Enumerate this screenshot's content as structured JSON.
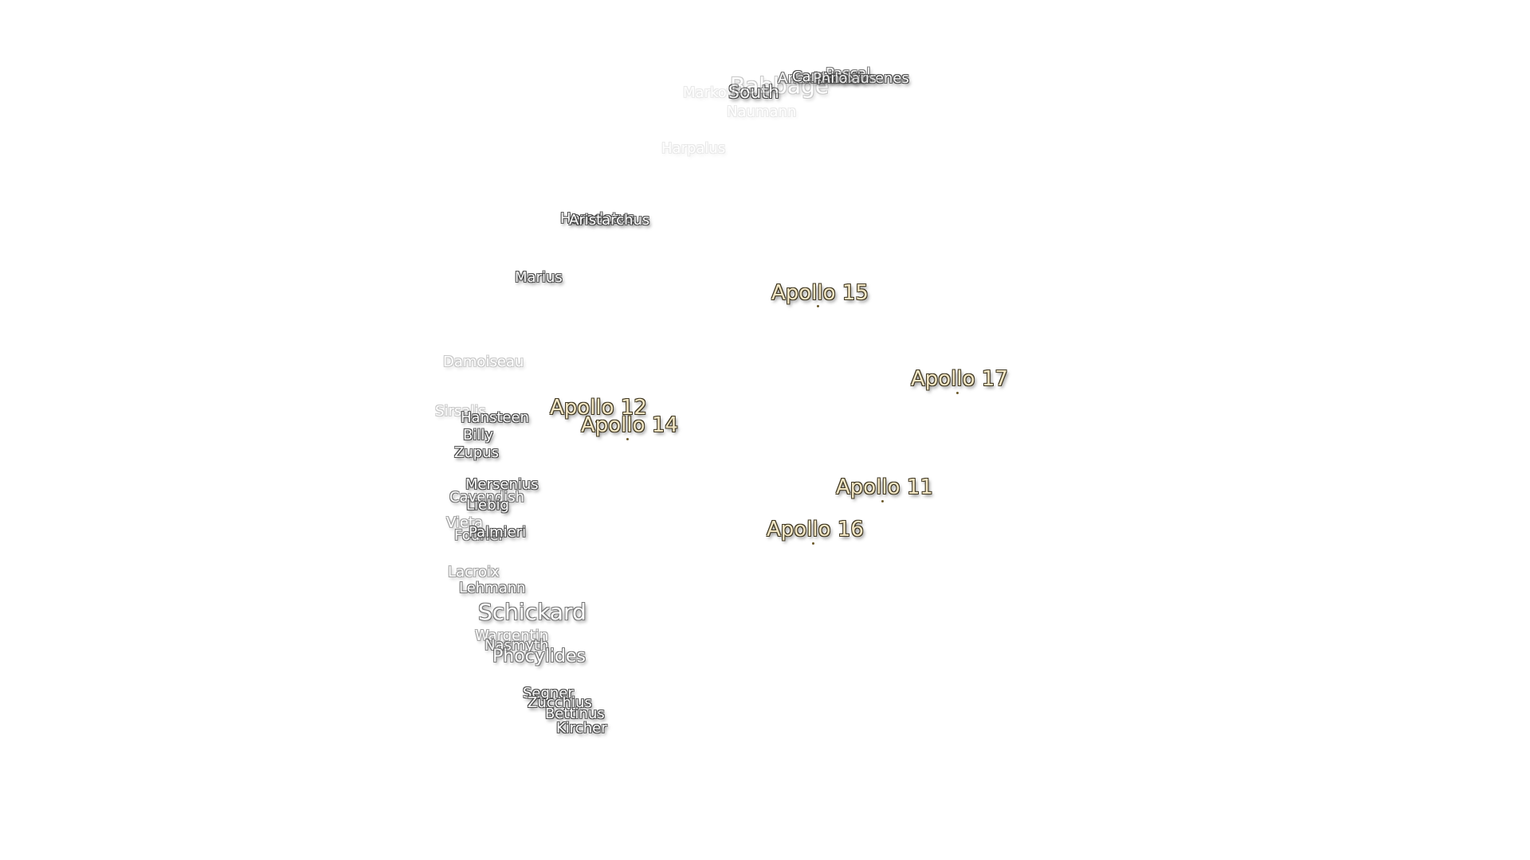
{
  "map": {
    "craters": [
      {
        "name": "South",
        "fade": "f1",
        "size": "med"
      },
      {
        "name": "Babbage",
        "fade": "f4",
        "size": "big"
      },
      {
        "name": "Markov",
        "fade": "f5",
        "size": "crater"
      },
      {
        "name": "Anaximander",
        "fade": "f2",
        "size": "crater"
      },
      {
        "name": "Carpenter",
        "fade": "f1",
        "size": "crater"
      },
      {
        "name": "Pascal",
        "fade": "f2",
        "size": "crater"
      },
      {
        "name": "Anaximenes",
        "fade": "f1",
        "size": "crater"
      },
      {
        "name": "Philolaus",
        "fade": "f2",
        "size": "crater"
      },
      {
        "name": "Naumann",
        "fade": "f5",
        "size": "crater"
      },
      {
        "name": "Harpalus",
        "fade": "f5",
        "size": "crater"
      },
      {
        "name": "Herodotus",
        "fade": "f1",
        "size": "crater"
      },
      {
        "name": "Aristarchus",
        "fade": "f1",
        "size": "crater"
      },
      {
        "name": "Marius",
        "fade": "f1",
        "size": "crater"
      },
      {
        "name": "Damoiseau",
        "fade": "f4",
        "size": "crater"
      },
      {
        "name": "Sirsalis",
        "fade": "f4",
        "size": "crater"
      },
      {
        "name": "Hansteen",
        "fade": "f1",
        "size": "crater"
      },
      {
        "name": "Billy",
        "fade": "f1",
        "size": "crater"
      },
      {
        "name": "Zupus",
        "fade": "f1",
        "size": "crater"
      },
      {
        "name": "Mersenius",
        "fade": "f1",
        "size": "crater"
      },
      {
        "name": "Cavendish",
        "fade": "f2",
        "size": "crater"
      },
      {
        "name": "Liebig",
        "fade": "f1",
        "size": "crater"
      },
      {
        "name": "Vieta",
        "fade": "f3",
        "size": "crater"
      },
      {
        "name": "Fourier",
        "fade": "f2",
        "size": "crater"
      },
      {
        "name": "Palmieri",
        "fade": "f1",
        "size": "crater"
      },
      {
        "name": "Lacroix",
        "fade": "f3",
        "size": "crater"
      },
      {
        "name": "Lehmann",
        "fade": "f2",
        "size": "crater"
      },
      {
        "name": "Schickard",
        "fade": "f2",
        "size": "big"
      },
      {
        "name": "Wargentin",
        "fade": "f3",
        "size": "crater"
      },
      {
        "name": "Nasmyth",
        "fade": "f2",
        "size": "crater"
      },
      {
        "name": "Phocylides",
        "fade": "f2",
        "size": "med"
      },
      {
        "name": "Segner",
        "fade": "f1",
        "size": "crater"
      },
      {
        "name": "Zucchius",
        "fade": "f1",
        "size": "crater"
      },
      {
        "name": "Bettinus",
        "fade": "f1",
        "size": "crater"
      },
      {
        "name": "Kircher",
        "fade": "f1",
        "size": "crater"
      }
    ],
    "apollo_sites": [
      {
        "name": "Apollo 15"
      },
      {
        "name": "Apollo 17"
      },
      {
        "name": "Apollo 12"
      },
      {
        "name": "Apollo 14"
      },
      {
        "name": "Apollo 11"
      },
      {
        "name": "Apollo 16"
      }
    ]
  }
}
